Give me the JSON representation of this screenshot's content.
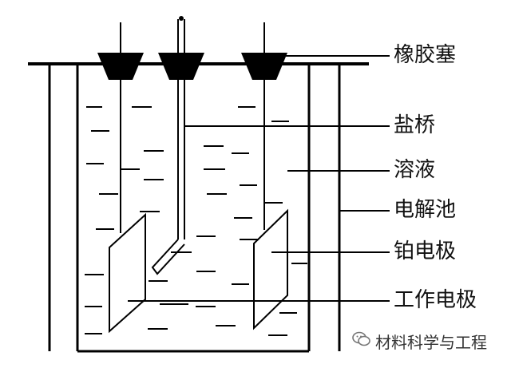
{
  "labels": {
    "stopper": "橡胶塞",
    "salt_bridge": "盐桥",
    "solution": "溶液",
    "cell": "电解池",
    "platinum_electrode": "铂电极",
    "working_electrode": "工作电极"
  },
  "watermark": {
    "text": "材料科学与工程",
    "icon": "wechat-icon"
  },
  "colors": {
    "ink": "#000000",
    "background": "#ffffff"
  }
}
